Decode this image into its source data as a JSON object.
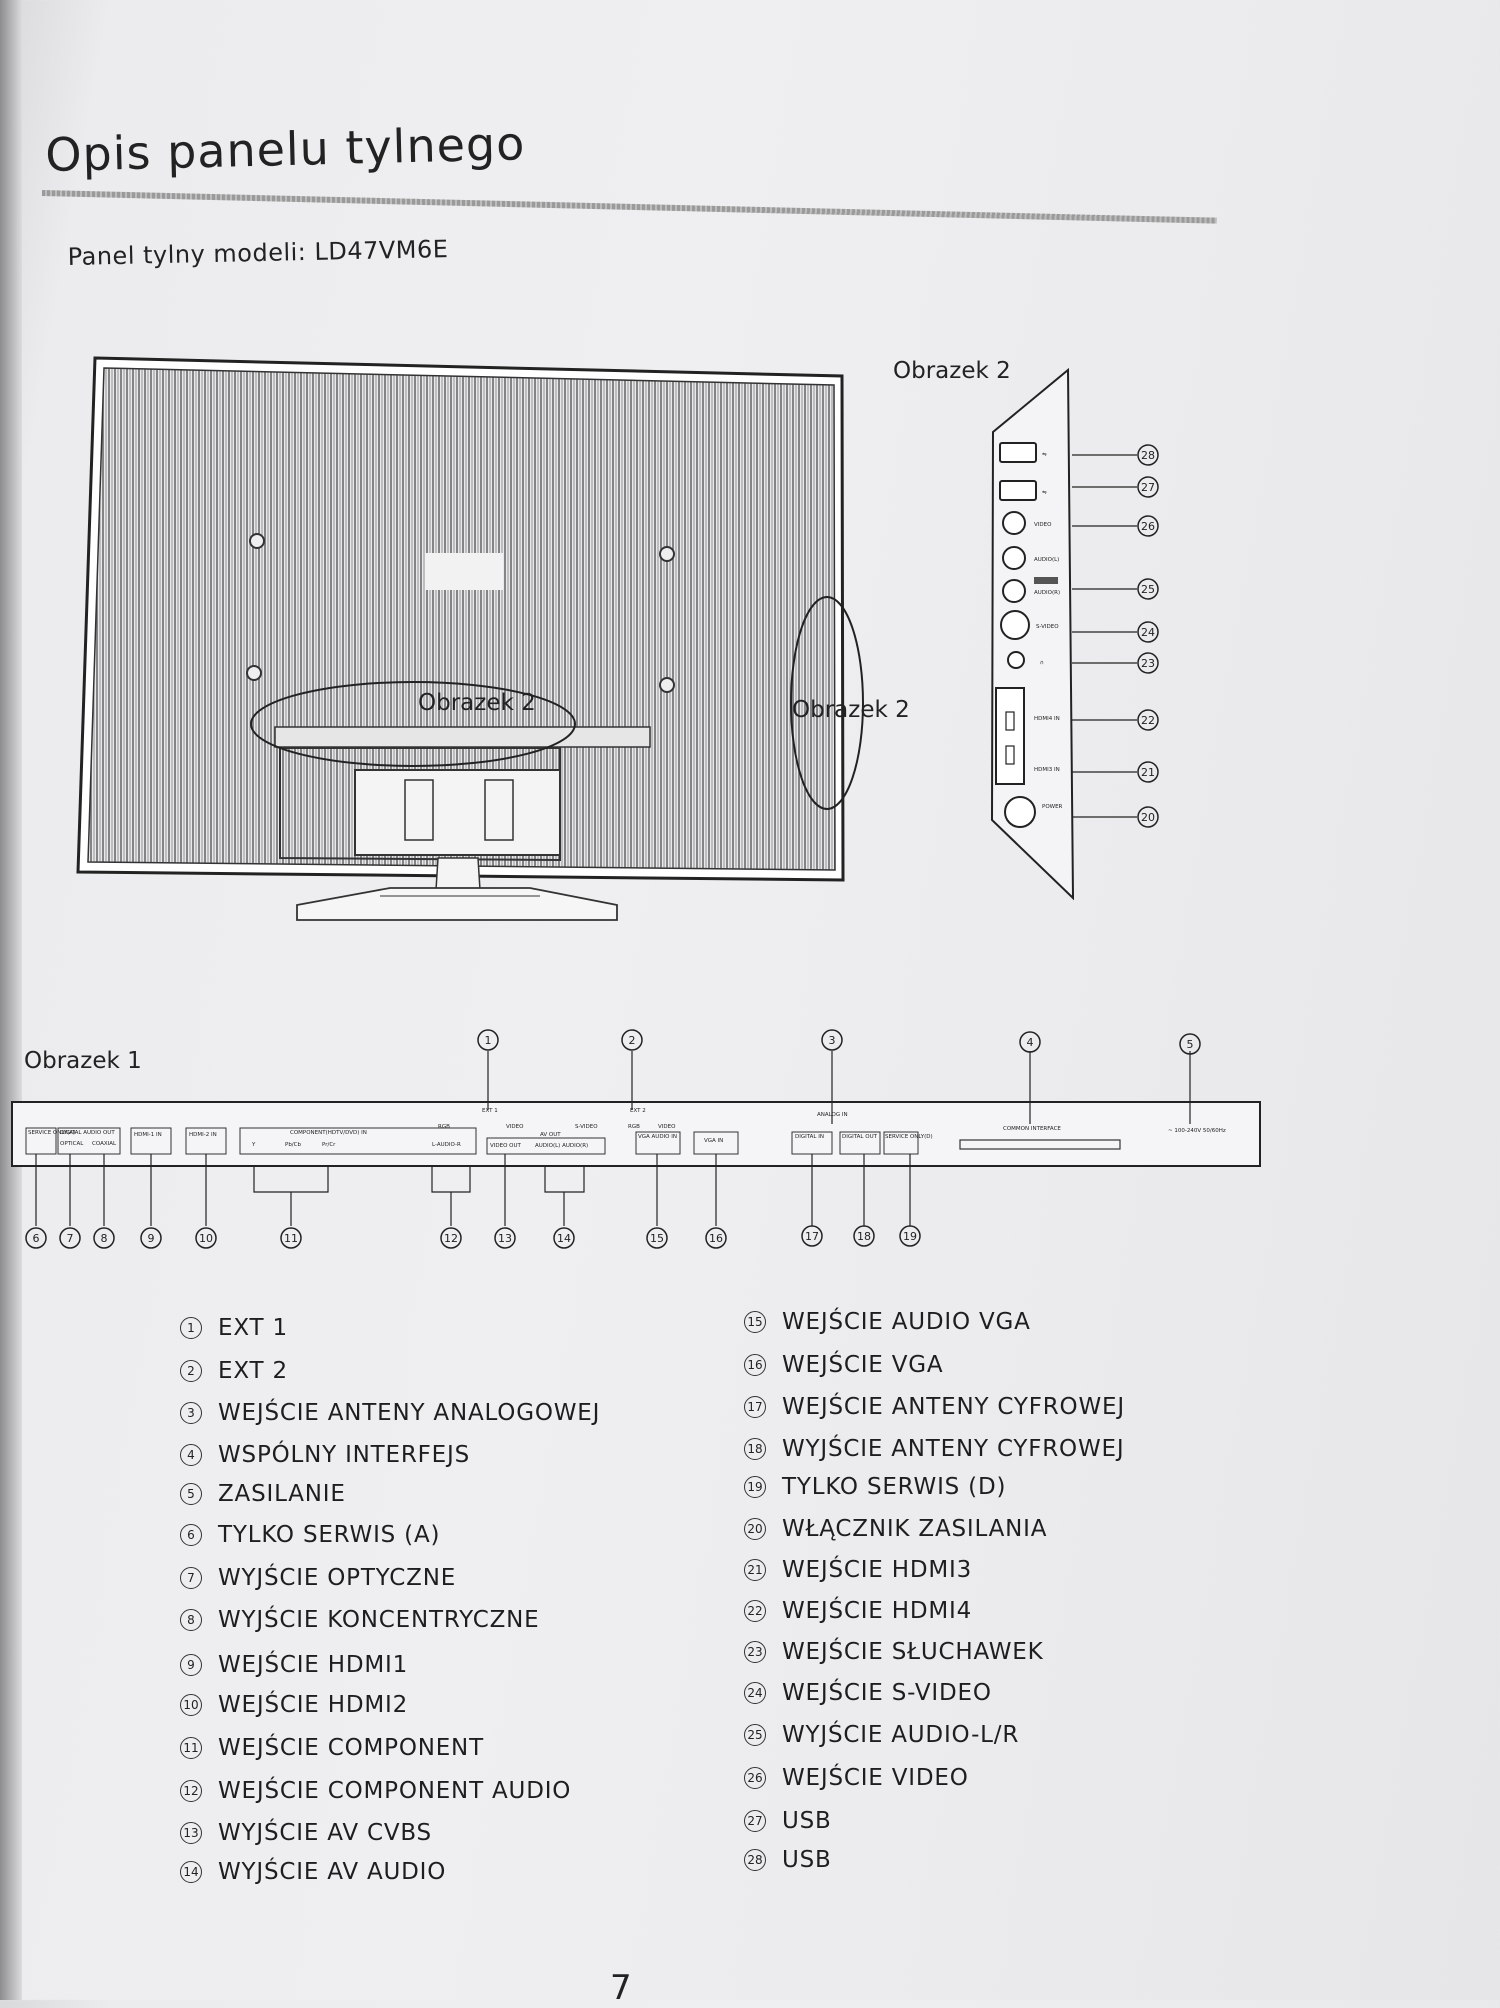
{
  "page": {
    "title": "Opis panelu tylnego",
    "subtitle": "Panel tylny modeli: LD47VM6E",
    "page_number": "7"
  },
  "figures": {
    "fig2_label": "Obrazek 2",
    "fig1_label": "Obrazek 1",
    "callout_a": "Obrazek 2",
    "callout_b": "Obrazek 2"
  },
  "side_panel": {
    "video": "VIDEO",
    "audio_l": "AUDIO(L)",
    "audio_r": "AUDIO(R)",
    "svideo": "S-VIDEO",
    "hdmi4": "HDMI4 IN",
    "hdmi3": "HDMI3 IN",
    "power": "POWER",
    "numbers": [
      "28",
      "27",
      "26",
      "25",
      "24",
      "23",
      "22",
      "21",
      "20"
    ]
  },
  "rear_panel": {
    "service": "SERVICE ONLY(A)",
    "digital_audio_out": "DIGITAL AUDIO OUT",
    "optical": "OPTICAL",
    "coaxial": "COAXIAL",
    "hdmi1": "HDMI-1 IN",
    "hdmi2": "HDMI-2 IN",
    "component": "COMPONENT(HDTV/DVD) IN",
    "y": "Y",
    "pbcb": "Pb/Cb",
    "prcr": "Pr/Cr",
    "l_audio_r": "L-AUDIO-R",
    "ext1": "EXT 1",
    "ext2": "EXT 2",
    "rgb": "RGB",
    "video": "VIDEO",
    "av_out": "AV OUT",
    "video_out": "VIDEO OUT",
    "audio_lr": "AUDIO(L) AUDIO(R)",
    "svideo": "S-VIDEO",
    "vga_audio": "VGA AUDIO IN",
    "vga_in": "VGA IN",
    "analog_in": "ANALOG IN",
    "digital_in": "DIGITAL IN",
    "digital_out": "DIGITAL OUT",
    "service_d": "SERVICE ONLY(D)",
    "common_interface": "COMMON INTERFACE",
    "power_spec": "~ 100-240V 50/60Hz",
    "top_numbers": [
      "1",
      "2",
      "3",
      "4",
      "5"
    ],
    "bottom_numbers": [
      "6",
      "7",
      "8",
      "9",
      "10",
      "11",
      "12",
      "13",
      "14",
      "15",
      "16",
      "17",
      "18",
      "19"
    ]
  },
  "legend_left": [
    {
      "num": "1",
      "text": "EXT 1"
    },
    {
      "num": "2",
      "text": "EXT 2"
    },
    {
      "num": "3",
      "text": "WEJŚCIE ANTENY ANALOGOWEJ"
    },
    {
      "num": "4",
      "text": "WSPÓLNY INTERFEJS"
    },
    {
      "num": "5",
      "text": "ZASILANIE"
    },
    {
      "num": "6",
      "text": "TYLKO SERWIS (A)"
    },
    {
      "num": "7",
      "text": "WYJŚCIE OPTYCZNE"
    },
    {
      "num": "8",
      "text": "WYJŚCIE KONCENTRYCZNE"
    },
    {
      "num": "9",
      "text": "WEJŚCIE HDMI1"
    },
    {
      "num": "10",
      "text": "WEJŚCIE HDMI2"
    },
    {
      "num": "11",
      "text": "WEJŚCIE COMPONENT"
    },
    {
      "num": "12",
      "text": "WEJŚCIE COMPONENT AUDIO"
    },
    {
      "num": "13",
      "text": "WYJŚCIE AV CVBS"
    },
    {
      "num": "14",
      "text": "WYJŚCIE AV AUDIO"
    }
  ],
  "legend_right": [
    {
      "num": "15",
      "text": "WEJŚCIE AUDIO VGA"
    },
    {
      "num": "16",
      "text": "WEJŚCIE VGA"
    },
    {
      "num": "17",
      "text": "WEJŚCIE ANTENY CYFROWEJ"
    },
    {
      "num": "18",
      "text": "WYJŚCIE ANTENY CYFROWEJ"
    },
    {
      "num": "19",
      "text": "TYLKO SERWIS (D)"
    },
    {
      "num": "20",
      "text": "WŁĄCZNIK ZASILANIA"
    },
    {
      "num": "21",
      "text": "WEJŚCIE HDMI3"
    },
    {
      "num": "22",
      "text": "WEJŚCIE HDMI4"
    },
    {
      "num": "23",
      "text": "WEJŚCIE SŁUCHAWEK"
    },
    {
      "num": "24",
      "text": "WEJŚCIE S-VIDEO"
    },
    {
      "num": "25",
      "text": "WYJŚCIE AUDIO-L/R"
    },
    {
      "num": "26",
      "text": "WEJŚCIE VIDEO"
    },
    {
      "num": "27",
      "text": "USB"
    },
    {
      "num": "28",
      "text": "USB"
    }
  ]
}
